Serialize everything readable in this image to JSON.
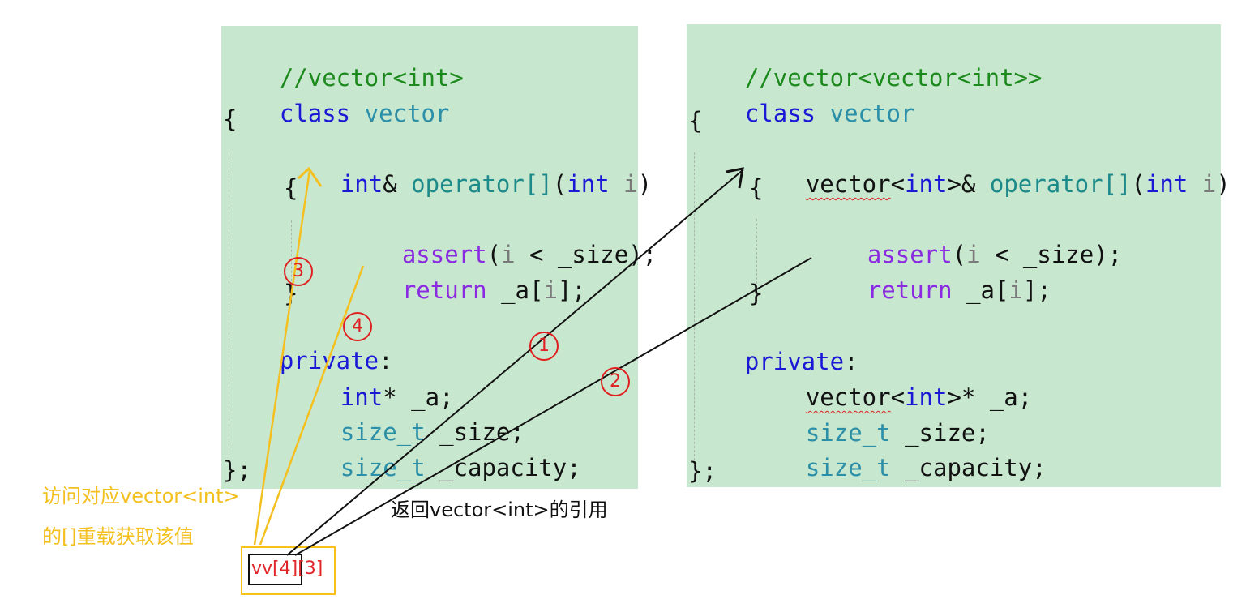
{
  "left_panel": {
    "lines": [
      "//vector<int>",
      "class vector",
      "{",
      "int& operator[](int i)",
      "{",
      "assert(i < _size);",
      "return _a[i];",
      "}",
      "private:",
      "int* _a;",
      "size_t _size;",
      "size_t _capacity;",
      "};"
    ]
  },
  "right_panel": {
    "lines": [
      "//vector<vector<int>>",
      "class vector",
      "{",
      "vector<int>& operator[](int i)",
      "{",
      "assert(i < _size);",
      "return _a[i];",
      "}",
      "private:",
      "vector<int>* _a;",
      "size_t _size;",
      "size_t _capacity;",
      "};"
    ]
  },
  "annotations": {
    "yellow_caption_line1": "访问对应vector<int>",
    "yellow_caption_line2": "的[]重载获取该值",
    "return_caption": "返回vector<int>的引用",
    "expression": "vv[4][3]",
    "step_labels": [
      "①",
      "②",
      "③",
      "④"
    ]
  },
  "colors": {
    "panel_bg": "#c8e7cf",
    "comment": "#1c8a1c",
    "keyword": "#1a1ad6",
    "type": "#2b8fa8",
    "macro": "#8a2be2",
    "yellow_arrow": "#f4c020",
    "black_arrow": "#111111",
    "step_circle": "#e02020"
  }
}
